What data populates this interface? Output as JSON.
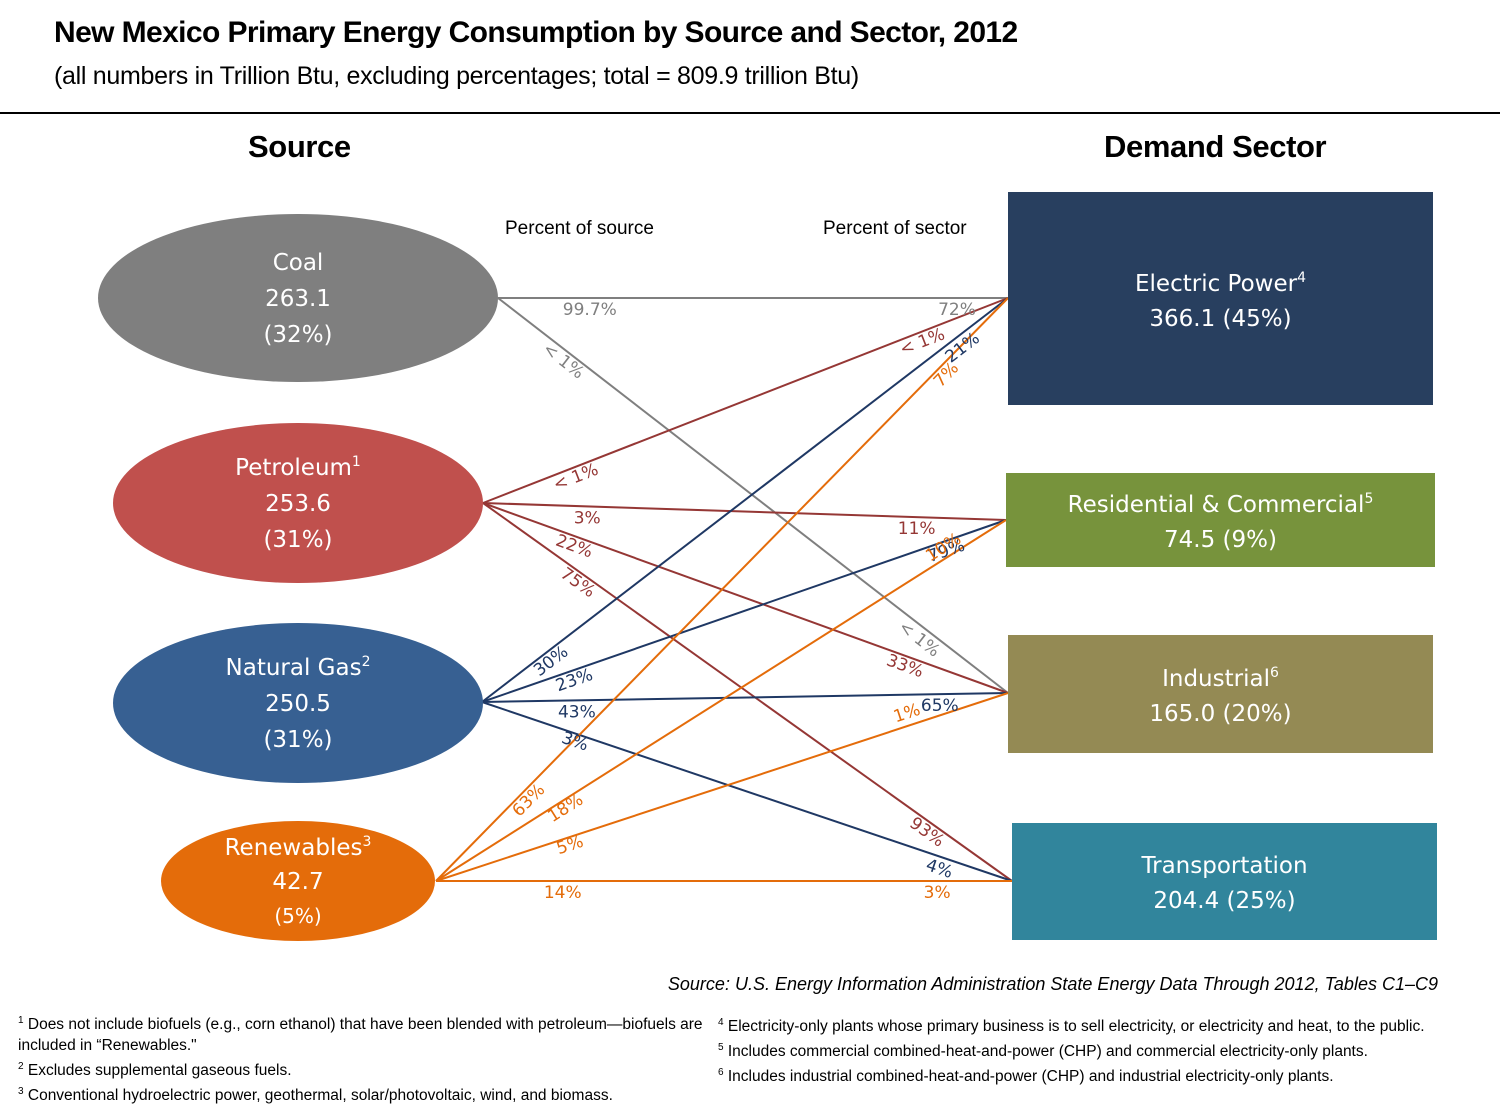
{
  "header": {
    "title": "New Mexico Primary Energy Consumption by Source and Sector, 2012",
    "subtitle": "(all numbers in Trillion Btu, excluding percentages; total = 809.9 trillion Btu)"
  },
  "columns": {
    "source_heading": "Source",
    "sector_heading": "Demand Sector",
    "percent_of_source": "Percent of source",
    "percent_of_sector": "Percent of sector"
  },
  "colors": {
    "coal": "#7f7f7f",
    "petroleum": "#c0504d",
    "natural_gas": "#376092",
    "renewables": "#e46c0a",
    "electric_power": "#283f5f",
    "residential_commercial": "#77933c",
    "industrial": "#948a54",
    "transportation": "#31859c",
    "coal_line": "#7f7f7f",
    "petroleum_line": "#953735",
    "natural_gas_line": "#1f3864",
    "renewables_line": "#e46c0a"
  },
  "sources": [
    {
      "id": "coal",
      "name": "Coal",
      "footnote": "",
      "value": "263.1",
      "share": "(32%)"
    },
    {
      "id": "petroleum",
      "name": "Petroleum",
      "footnote": "1",
      "value": "253.6",
      "share": "(31%)"
    },
    {
      "id": "natural_gas",
      "name": "Natural Gas",
      "footnote": "2",
      "value": "250.5",
      "share": "(31%)"
    },
    {
      "id": "renewables",
      "name": "Renewables",
      "footnote": "3",
      "value": "42.7",
      "share": "(5%)"
    }
  ],
  "sectors": [
    {
      "id": "electric_power",
      "name": "Electric Power",
      "footnote": "4",
      "value_share": "366.1 (45%)"
    },
    {
      "id": "residential_commercial",
      "name": "Residential & Commercial",
      "footnote": "5",
      "value_share": "74.5 (9%)"
    },
    {
      "id": "industrial",
      "name": "Industrial",
      "footnote": "6",
      "value_share": "165.0 (20%)"
    },
    {
      "id": "transportation",
      "name": "Transportation",
      "footnote": "",
      "value_share": "204.4 (25%)"
    }
  ],
  "flows": [
    {
      "source": "coal",
      "sector": "electric_power",
      "pct_of_source": "99.7%",
      "pct_of_sector": "72%"
    },
    {
      "source": "coal",
      "sector": "industrial",
      "pct_of_source": "< 1%",
      "pct_of_sector": "< 1%"
    },
    {
      "source": "petroleum",
      "sector": "electric_power",
      "pct_of_source": "< 1%",
      "pct_of_sector": "< 1%"
    },
    {
      "source": "petroleum",
      "sector": "residential_commercial",
      "pct_of_source": "3%",
      "pct_of_sector": "11%"
    },
    {
      "source": "petroleum",
      "sector": "industrial",
      "pct_of_source": "22%",
      "pct_of_sector": "33%"
    },
    {
      "source": "petroleum",
      "sector": "transportation",
      "pct_of_source": "75%",
      "pct_of_sector": "93%"
    },
    {
      "source": "natural_gas",
      "sector": "electric_power",
      "pct_of_source": "30%",
      "pct_of_sector": "21%"
    },
    {
      "source": "natural_gas",
      "sector": "residential_commercial",
      "pct_of_source": "23%",
      "pct_of_sector": "79%"
    },
    {
      "source": "natural_gas",
      "sector": "industrial",
      "pct_of_source": "43%",
      "pct_of_sector": "65%"
    },
    {
      "source": "natural_gas",
      "sector": "transportation",
      "pct_of_source": "3%",
      "pct_of_sector": "4%"
    },
    {
      "source": "renewables",
      "sector": "electric_power",
      "pct_of_source": "63%",
      "pct_of_sector": "7%"
    },
    {
      "source": "renewables",
      "sector": "residential_commercial",
      "pct_of_source": "18%",
      "pct_of_sector": "10%"
    },
    {
      "source": "renewables",
      "sector": "industrial",
      "pct_of_source": "5%",
      "pct_of_sector": "1%"
    },
    {
      "source": "renewables",
      "sector": "transportation",
      "pct_of_source": "14%",
      "pct_of_sector": "3%"
    }
  ],
  "source_citation": "Source: U.S. Energy Information Administration State Energy Data Through 2012, Tables C1–C9",
  "footnotes": [
    {
      "num": "1",
      "text": "Does not include biofuels (e.g., corn ethanol) that have been blended with petroleum—biofuels are included in “Renewables.\""
    },
    {
      "num": "2",
      "text": "Excludes supplemental gaseous fuels."
    },
    {
      "num": "3",
      "text": "Conventional hydroelectric power, geothermal, solar/photovoltaic, wind, and biomass."
    },
    {
      "num": "4",
      "text": "Electricity-only plants whose primary business is to sell electricity, or electricity and heat, to the public."
    },
    {
      "num": "5",
      "text": "Includes commercial combined-heat-and-power (CHP) and commercial electricity-only plants."
    },
    {
      "num": "6",
      "text": "Includes industrial combined-heat-and-power (CHP) and industrial electricity-only plants."
    }
  ]
}
